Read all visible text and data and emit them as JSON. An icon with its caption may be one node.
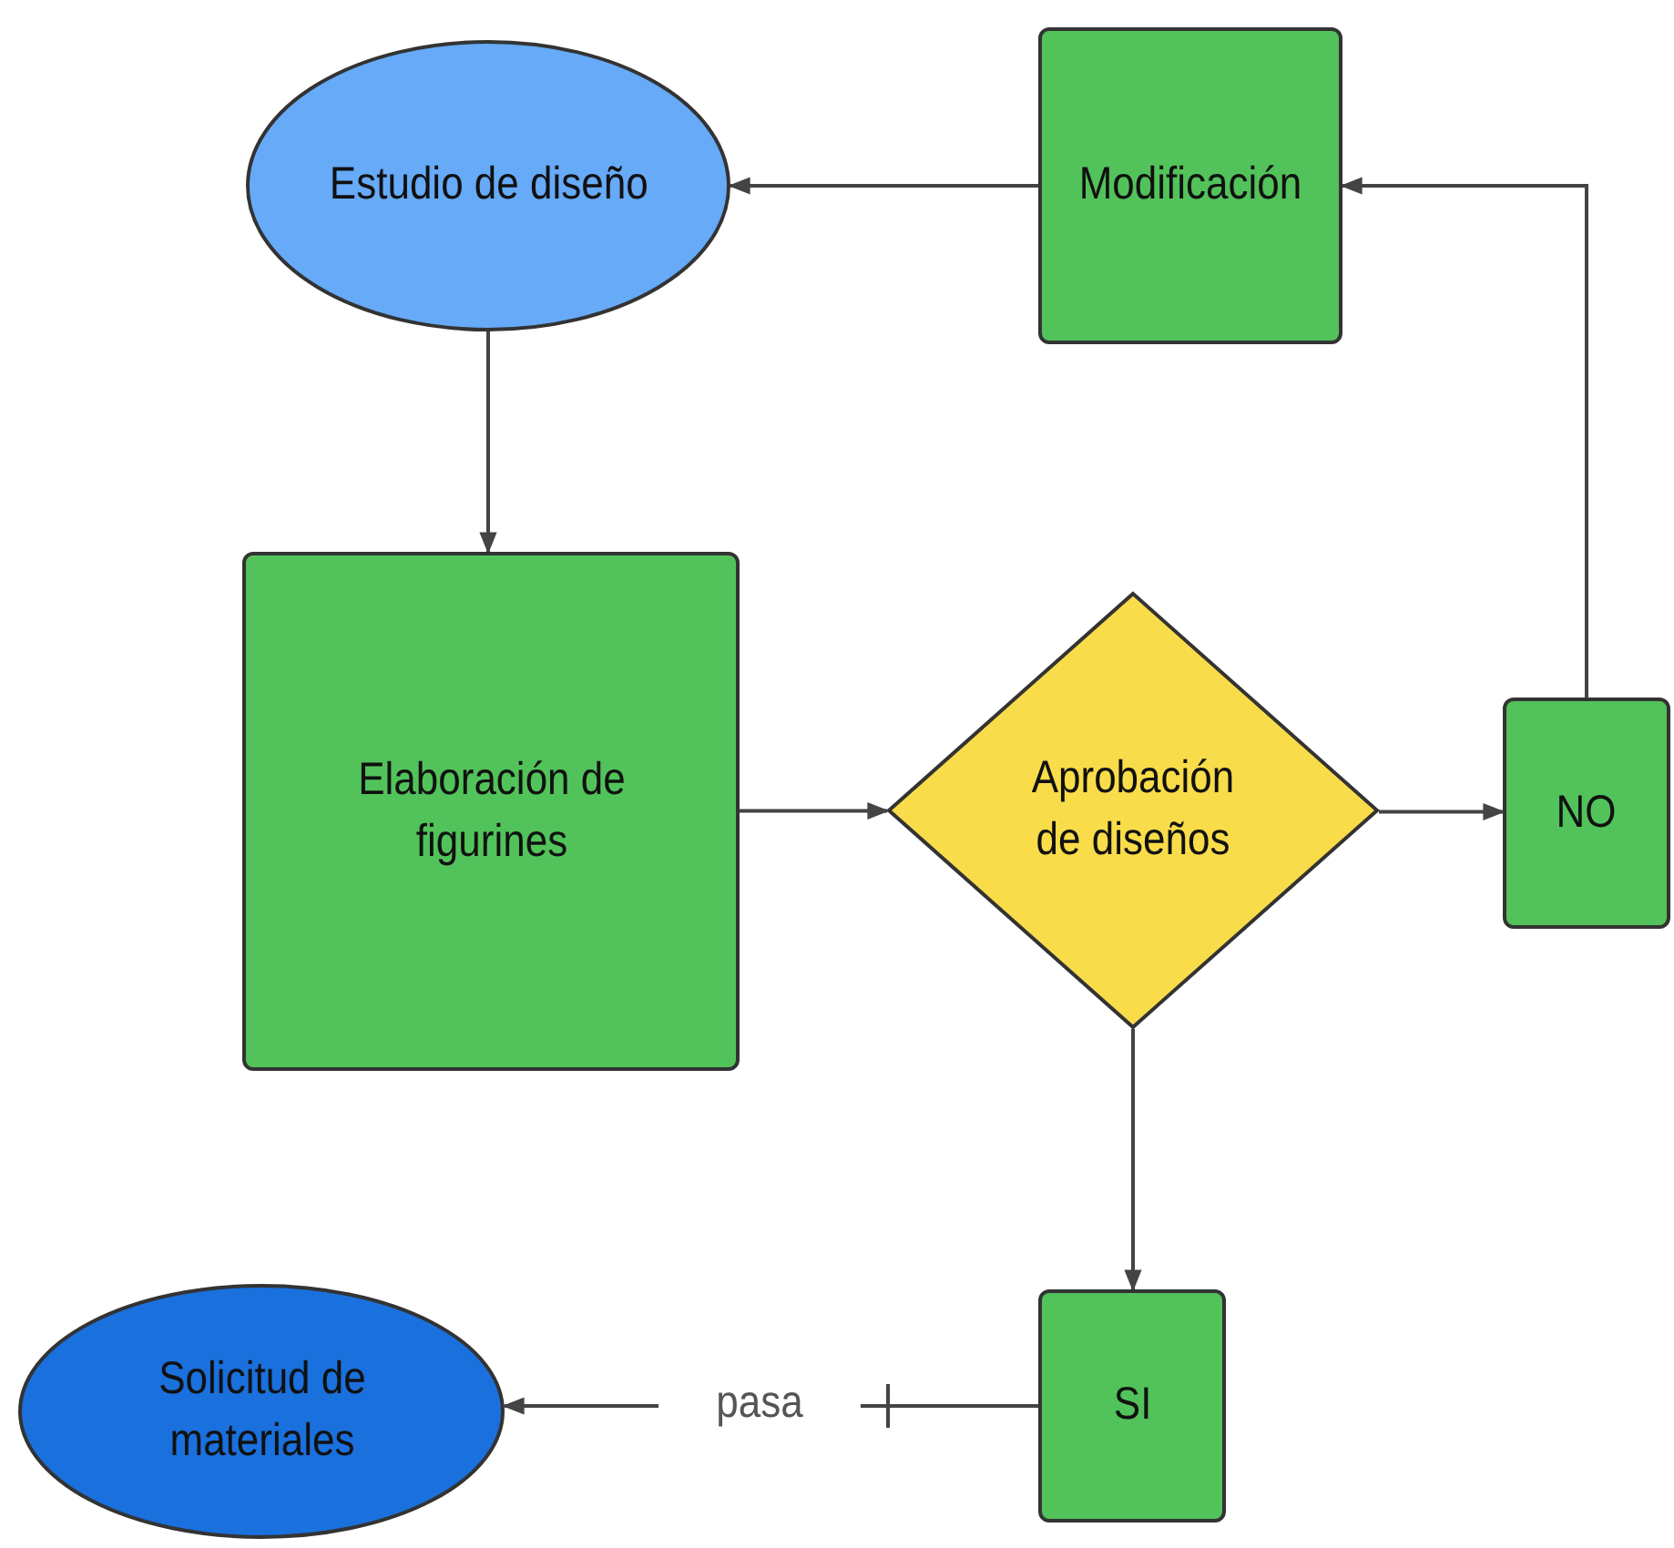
{
  "diagram": {
    "nodes": [
      {
        "text": [
          "Estudio de diseño"
        ]
      },
      {
        "text": [
          "Modificación"
        ]
      },
      {
        "text": [
          "Elaboración de figurines"
        ]
      },
      {
        "text": [
          "Aprobación de diseños"
        ]
      },
      {
        "text": [
          "NO"
        ]
      },
      {
        "text": [
          "SI"
        ]
      },
      {
        "text": [
          "Solicitud de materiales"
        ]
      }
    ],
    "edges": [
      {
        "from": 1,
        "to": 0,
        "arrow": "to"
      },
      {
        "from": 0,
        "to": 2,
        "arrow": "to"
      },
      {
        "from": 2,
        "to": 3,
        "arrow": "to"
      },
      {
        "from": 3,
        "to": 4,
        "arrow": "to"
      },
      {
        "from": 4,
        "to": 1,
        "arrow": "to"
      },
      {
        "from": 3,
        "to": 5,
        "arrow": "to"
      },
      {
        "from": 5,
        "to": 6,
        "arrow": "to",
        "label": "pasa"
      }
    ]
  }
}
